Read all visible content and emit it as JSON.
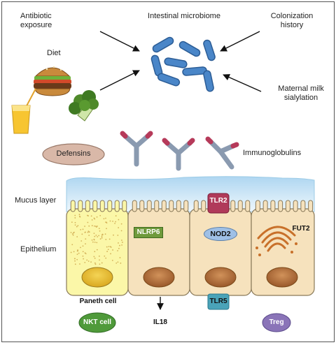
{
  "labels": {
    "antibiotic": "Antibiotic\nexposure",
    "microbiome": "Intestinal microbiome",
    "colonization": "Colonization\nhistory",
    "diet": "Diet",
    "maternal": "Maternal milk\nsialylation",
    "defensins": "Defensins",
    "immunoglobulins": "Immunoglobulins",
    "mucus_layer": "Mucus layer",
    "epithelium": "Epithelium",
    "paneth_cell": "Paneth cell",
    "nlrp6": "NLRP6",
    "tlr2": "TLR2",
    "nod2": "NOD2",
    "fut2": "FUT2",
    "tlr5": "TLR5",
    "il18": "IL18",
    "nkt_cell": "NKT cell",
    "treg": "Treg"
  },
  "colors": {
    "bacteria": "#4a86c8",
    "defensin": "#d9b8a8",
    "mucus": "#cfe6f4",
    "cell": "#f6e2bd",
    "paneth": "#fbf7a8",
    "nucleus": "#b0703a",
    "nlrp6": "#6f9a3c",
    "tlr2": "#b03a5a",
    "nod2": "#9fc0e6",
    "tlr5": "#4aa3b8",
    "nkt": "#4f9a3a",
    "treg": "#8a74b8"
  }
}
